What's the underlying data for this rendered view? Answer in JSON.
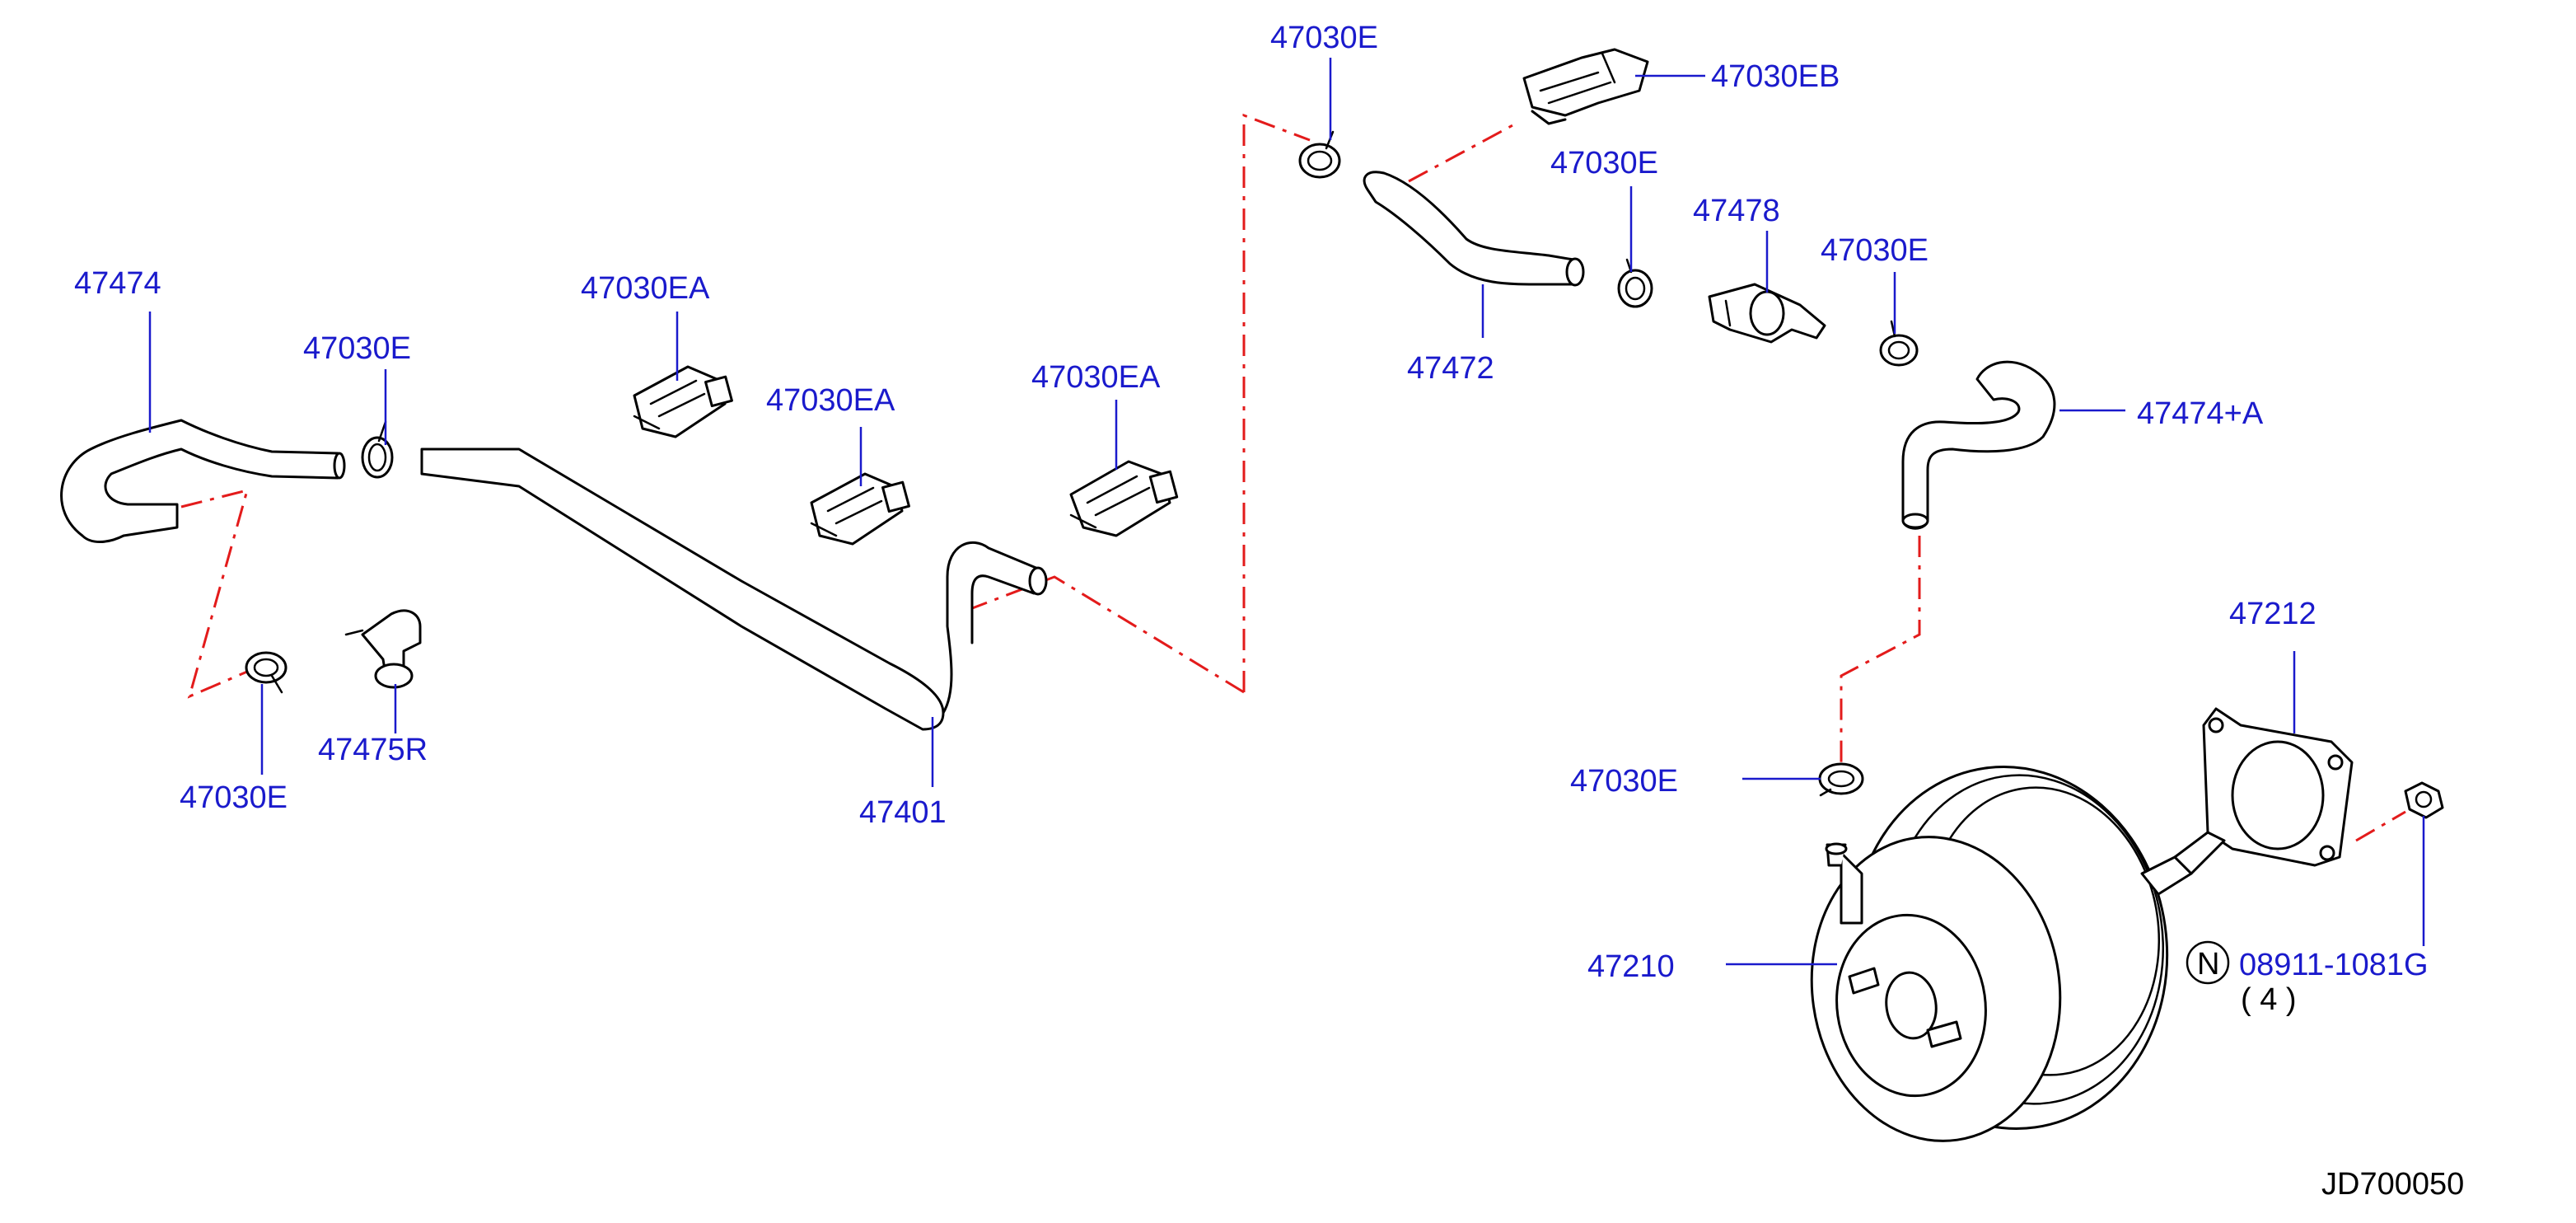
{
  "colors": {
    "label": "#1a1acc",
    "leader": "#1a1acc",
    "dashed_connector": "#e31b1b",
    "part_outline": "#000000"
  },
  "labels": {
    "p47474": "47474",
    "p47030e_a": "47030E",
    "p47030ea_a": "47030EA",
    "p47030ea_b": "47030EA",
    "p47030ea_c": "47030EA",
    "p47030e_b": "47030E",
    "p47475r": "47475R",
    "p47401": "47401",
    "p47030e_c": "47030E",
    "p47030eb": "47030EB",
    "p47030e_d": "47030E",
    "p47478": "47478",
    "p47030e_e": "47030E",
    "p47472": "47472",
    "p47474a": "47474+A",
    "p47212": "47212",
    "p47030e_f": "47030E",
    "p47210": "47210",
    "p08911": "08911-1081G",
    "qty": "( 4 )",
    "n_symbol": "N"
  },
  "diagram_code": "JD700050"
}
